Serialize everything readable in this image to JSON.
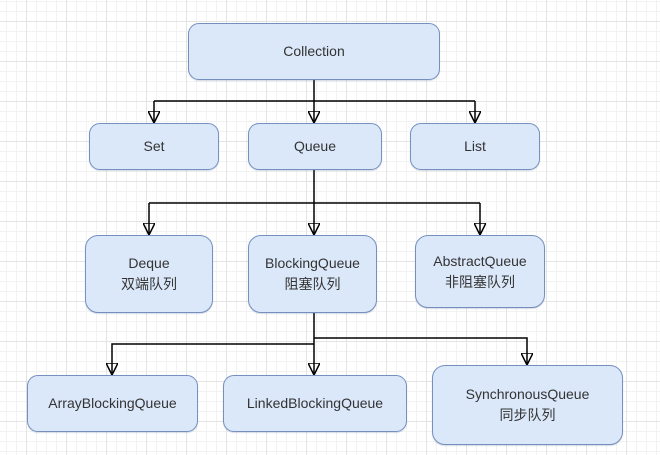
{
  "diagram": {
    "nodes": [
      {
        "id": "collection",
        "label": "Collection",
        "sublabel": ""
      },
      {
        "id": "set",
        "label": "Set",
        "sublabel": ""
      },
      {
        "id": "queue",
        "label": "Queue",
        "sublabel": ""
      },
      {
        "id": "list",
        "label": "List",
        "sublabel": ""
      },
      {
        "id": "deque",
        "label": "Deque",
        "sublabel": "双端队列"
      },
      {
        "id": "blockingqueue",
        "label": "BlockingQueue",
        "sublabel": "阻塞队列"
      },
      {
        "id": "abstractqueue",
        "label": "AbstractQueue",
        "sublabel": "非阻塞队列"
      },
      {
        "id": "arrayblockingqueue",
        "label": "ArrayBlockingQueue",
        "sublabel": ""
      },
      {
        "id": "linkedblockingqueue",
        "label": "LinkedBlockingQueue",
        "sublabel": ""
      },
      {
        "id": "synchronousqueue",
        "label": "SynchronousQueue",
        "sublabel": "同步队列"
      }
    ],
    "edges": [
      {
        "from": "Collection",
        "to": "Set"
      },
      {
        "from": "Collection",
        "to": "Queue"
      },
      {
        "from": "Collection",
        "to": "List"
      },
      {
        "from": "Queue",
        "to": "Deque"
      },
      {
        "from": "Queue",
        "to": "BlockingQueue"
      },
      {
        "from": "Queue",
        "to": "AbstractQueue"
      },
      {
        "from": "BlockingQueue",
        "to": "ArrayBlockingQueue"
      },
      {
        "from": "BlockingQueue",
        "to": "LinkedBlockingQueue"
      },
      {
        "from": "BlockingQueue",
        "to": "SynchronousQueue"
      }
    ],
    "colors": {
      "node_fill": "#dbe8fa",
      "node_border": "#7590bf",
      "node_text": "#333333",
      "connector": "#000000",
      "grid_minor": "#f2f2f2",
      "grid_major": "#e4e4e4",
      "canvas_bg": "#ffffff"
    }
  }
}
